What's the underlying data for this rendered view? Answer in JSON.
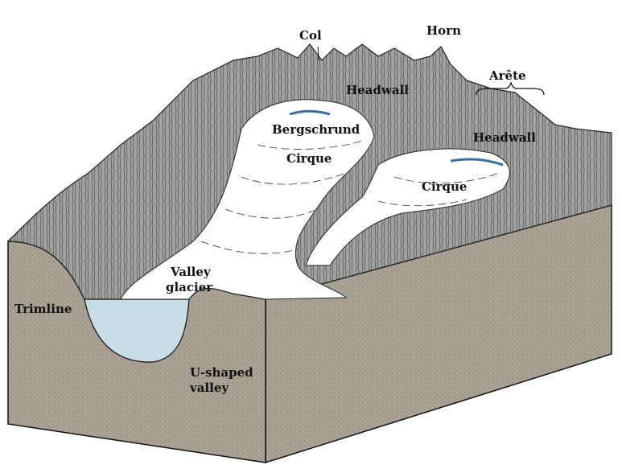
{
  "diagram": {
    "labels": {
      "col": "Col",
      "horn": "Horn",
      "arete": "Arête",
      "headwall_main": "Headwall",
      "bergschrund": "Bergschrund",
      "cirque_main": "Cirque",
      "headwall_right": "Headwall",
      "cirque_right": "Cirque",
      "valley_glacier_1": "Valley",
      "valley_glacier_2": "glacier",
      "trimline": "Trimline",
      "u_valley_1": "U-shaped",
      "u_valley_2": "valley"
    },
    "colors": {
      "rock": "#9a9a98",
      "rock_dark": "#5f5f5d",
      "ground": "#a79f91",
      "ice": "#ffffff",
      "lake": "#c9dde6"
    }
  }
}
